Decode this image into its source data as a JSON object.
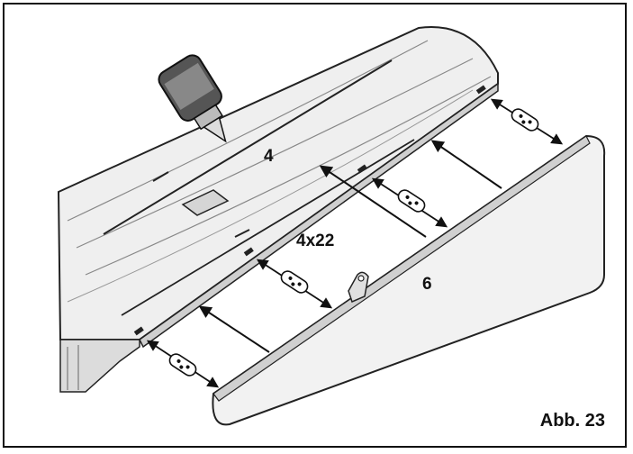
{
  "figure": {
    "caption": "Abb. 23",
    "labels": {
      "wing": "4",
      "hinges": "4x22",
      "aileron": "6"
    }
  }
}
